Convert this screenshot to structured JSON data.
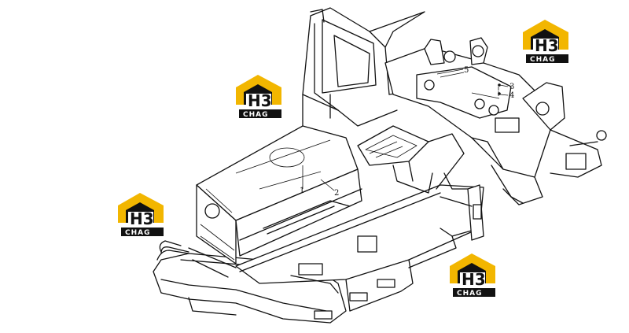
{
  "callouts": [
    {
      "id": "1",
      "label": "1"
    },
    {
      "id": "2",
      "label": "2"
    },
    {
      "id": "3",
      "label": "3"
    },
    {
      "id": "4",
      "label": "4"
    },
    {
      "id": "5",
      "label": "5"
    }
  ],
  "watermark": {
    "main": "H3",
    "sub": "CHAG",
    "accent_color": "#f2b600",
    "frame_color": "#111111"
  }
}
